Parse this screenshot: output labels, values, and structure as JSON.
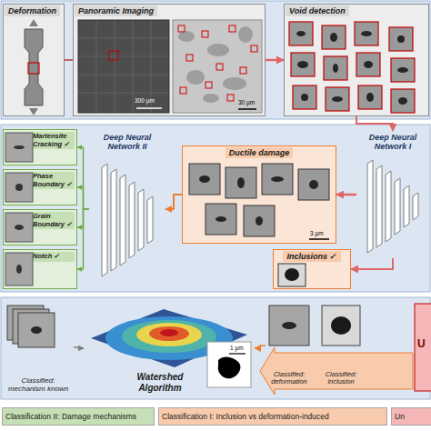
{
  "diagram": {
    "nodes": [
      {
        "text": [
          "Deformation"
        ]
      },
      {
        "text": [
          "Panoramic Imaging"
        ]
      },
      {
        "text": [
          "Void detection"
        ]
      },
      {
        "text": [
          "Martensite Cracking ✓"
        ]
      },
      {
        "text": [
          "Phase Boundary ✓"
        ]
      },
      {
        "text": [
          "Grain Boundary ✓"
        ]
      },
      {
        "text": [
          "Notch ✓"
        ]
      },
      {
        "text": [
          "Deep Neural Network II"
        ]
      },
      {
        "text": [
          "Ductile damage"
        ]
      },
      {
        "text": [
          "Deep Neural Network I"
        ]
      },
      {
        "text": [
          "Inclusions ✓"
        ]
      },
      {
        "text": [
          "Classified: mechanism known"
        ]
      },
      {
        "text": [
          "Watershed Algorithm"
        ]
      },
      {
        "text": [
          "Classified: deformation"
        ]
      },
      {
        "text": [
          "Classified: inclusion"
        ]
      }
    ],
    "edges": [
      {
        "from": 0,
        "to": 1,
        "arrow": "none"
      },
      {
        "from": 1,
        "to": 2,
        "arrow": "to"
      },
      {
        "from": 2,
        "to": 9,
        "arrow": "to"
      },
      {
        "from": 9,
        "to": 8,
        "arrow": "to"
      },
      {
        "from": 9,
        "to": 10,
        "arrow": "to"
      },
      {
        "from": 8,
        "to": 7,
        "arrow": "to"
      },
      {
        "from": 7,
        "to": 3,
        "arrow": "to"
      },
      {
        "from": 7,
        "to": 4,
        "arrow": "to"
      },
      {
        "from": 7,
        "to": 5,
        "arrow": "to"
      },
      {
        "from": 7,
        "to": 6,
        "arrow": "to"
      },
      {
        "from": 11,
        "to": 12,
        "arrow": "to"
      },
      {
        "from": 13,
        "to": 12,
        "arrow": "to"
      }
    ],
    "labels": [
      "300 µm",
      "30 µm",
      "3 µm",
      "1 µm",
      "U"
    ],
    "legend": [
      {
        "text": "Classification II: Damage mechanisms",
        "color": "#c5e0b4"
      },
      {
        "text": "Classification I: Inclusion vs deformation-induced",
        "color": "#f8cbad"
      },
      {
        "text": "Un",
        "color": "#f4b6b6"
      }
    ]
  }
}
